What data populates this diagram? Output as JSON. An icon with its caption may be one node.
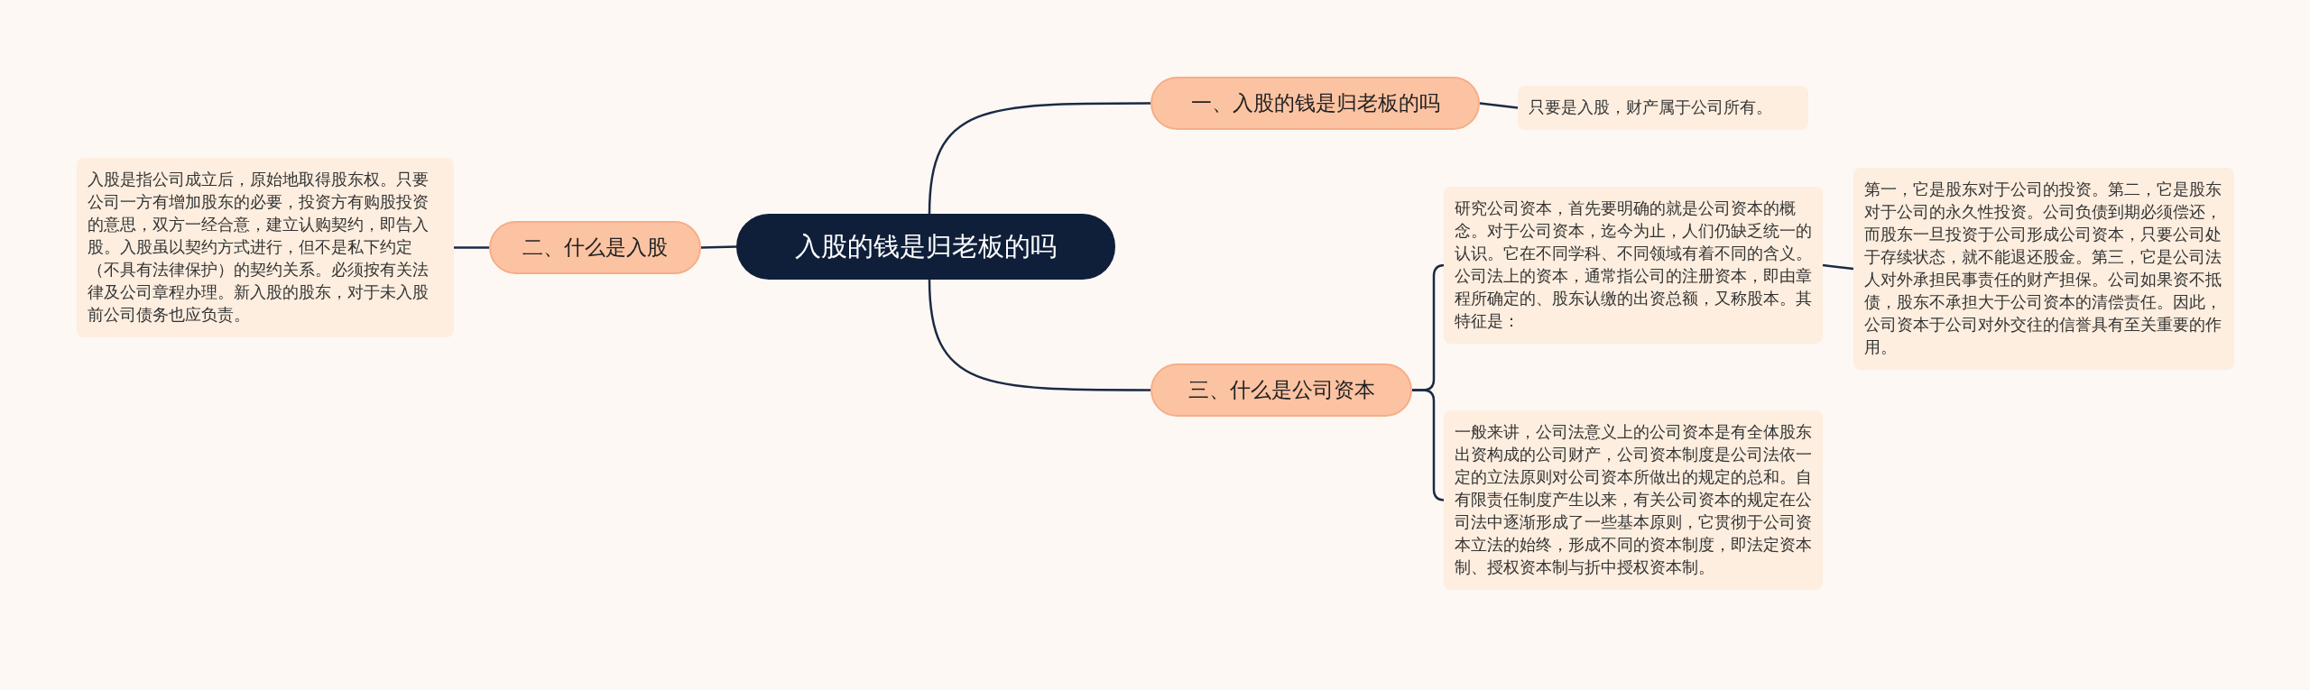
{
  "diagram": {
    "nodes": [
      {
        "text": [
          "入股的钱是归老板的吗"
        ]
      },
      {
        "text": [
          "一、入股的钱是归老板的吗"
        ]
      },
      {
        "text": [
          "只要是入股，财产属于公司所有。"
        ]
      },
      {
        "text": [
          "二、什么是入股"
        ]
      },
      {
        "text": [
          "入股是指公司成立后，原始地取得股东权。只要公司一方有增加股东的必要，投资方有购股投资的意思，双方一经合意，建立认购契约，即告入股。入股虽以契约方式进行，但不是私下约定（不具有法律保护）的契约关系。必须按有关法律及公司章程办理。新入股的股东，对于未入股前公司债务也应负责。"
        ]
      },
      {
        "text": [
          "三、什么是公司资本"
        ]
      },
      {
        "text": [
          "研究公司资本，首先要明确的就是公司资本的概念。对于公司资本，迄今为止，人们仍缺乏统一的认识。它在不同学科、不同领域有着不同的含义。公司法上的资本，通常指公司的注册资本，即由章程所确定的、股东认缴的出资总额，又称股本。其特征是："
        ]
      },
      {
        "text": [
          "第一，它是股东对于公司的投资。第二，它是股东对于公司的永久性投资。公司负债到期必须偿还，而股东一旦投资于公司形成公司资本，只要公司处于存续状态，就不能退还股金。第三，它是公司法人对外承担民事责任的财产担保。公司如果资不抵债，股东不承担大于公司资本的清偿责任。因此，公司资本于公司对外交往的信誉具有至关重要的作用。"
        ]
      },
      {
        "text": [
          "一般来讲，公司法意义上的公司资本是有全体股东出资构成的公司财产，公司资本制度是公司法依一定的立法原则对公司资本所做出的规定的总和。自有限责任制度产生以来，有关公司资本的规定在公司法中逐渐形成了一些基本原则，它贯彻于公司资本立法的始终，形成不同的资本制度，即法定资本制、授权资本制与折中授权资本制。"
        ]
      }
    ],
    "edges": [
      {
        "from": 0,
        "to": 1,
        "arrow": "none"
      },
      {
        "from": 1,
        "to": 2,
        "arrow": "none"
      },
      {
        "from": 0,
        "to": 3,
        "arrow": "none"
      },
      {
        "from": 3,
        "to": 4,
        "arrow": "none"
      },
      {
        "from": 0,
        "to": 5,
        "arrow": "none"
      },
      {
        "from": 5,
        "to": 6,
        "arrow": "none"
      },
      {
        "from": 6,
        "to": 7,
        "arrow": "none"
      },
      {
        "from": 5,
        "to": 8,
        "arrow": "none"
      }
    ]
  }
}
